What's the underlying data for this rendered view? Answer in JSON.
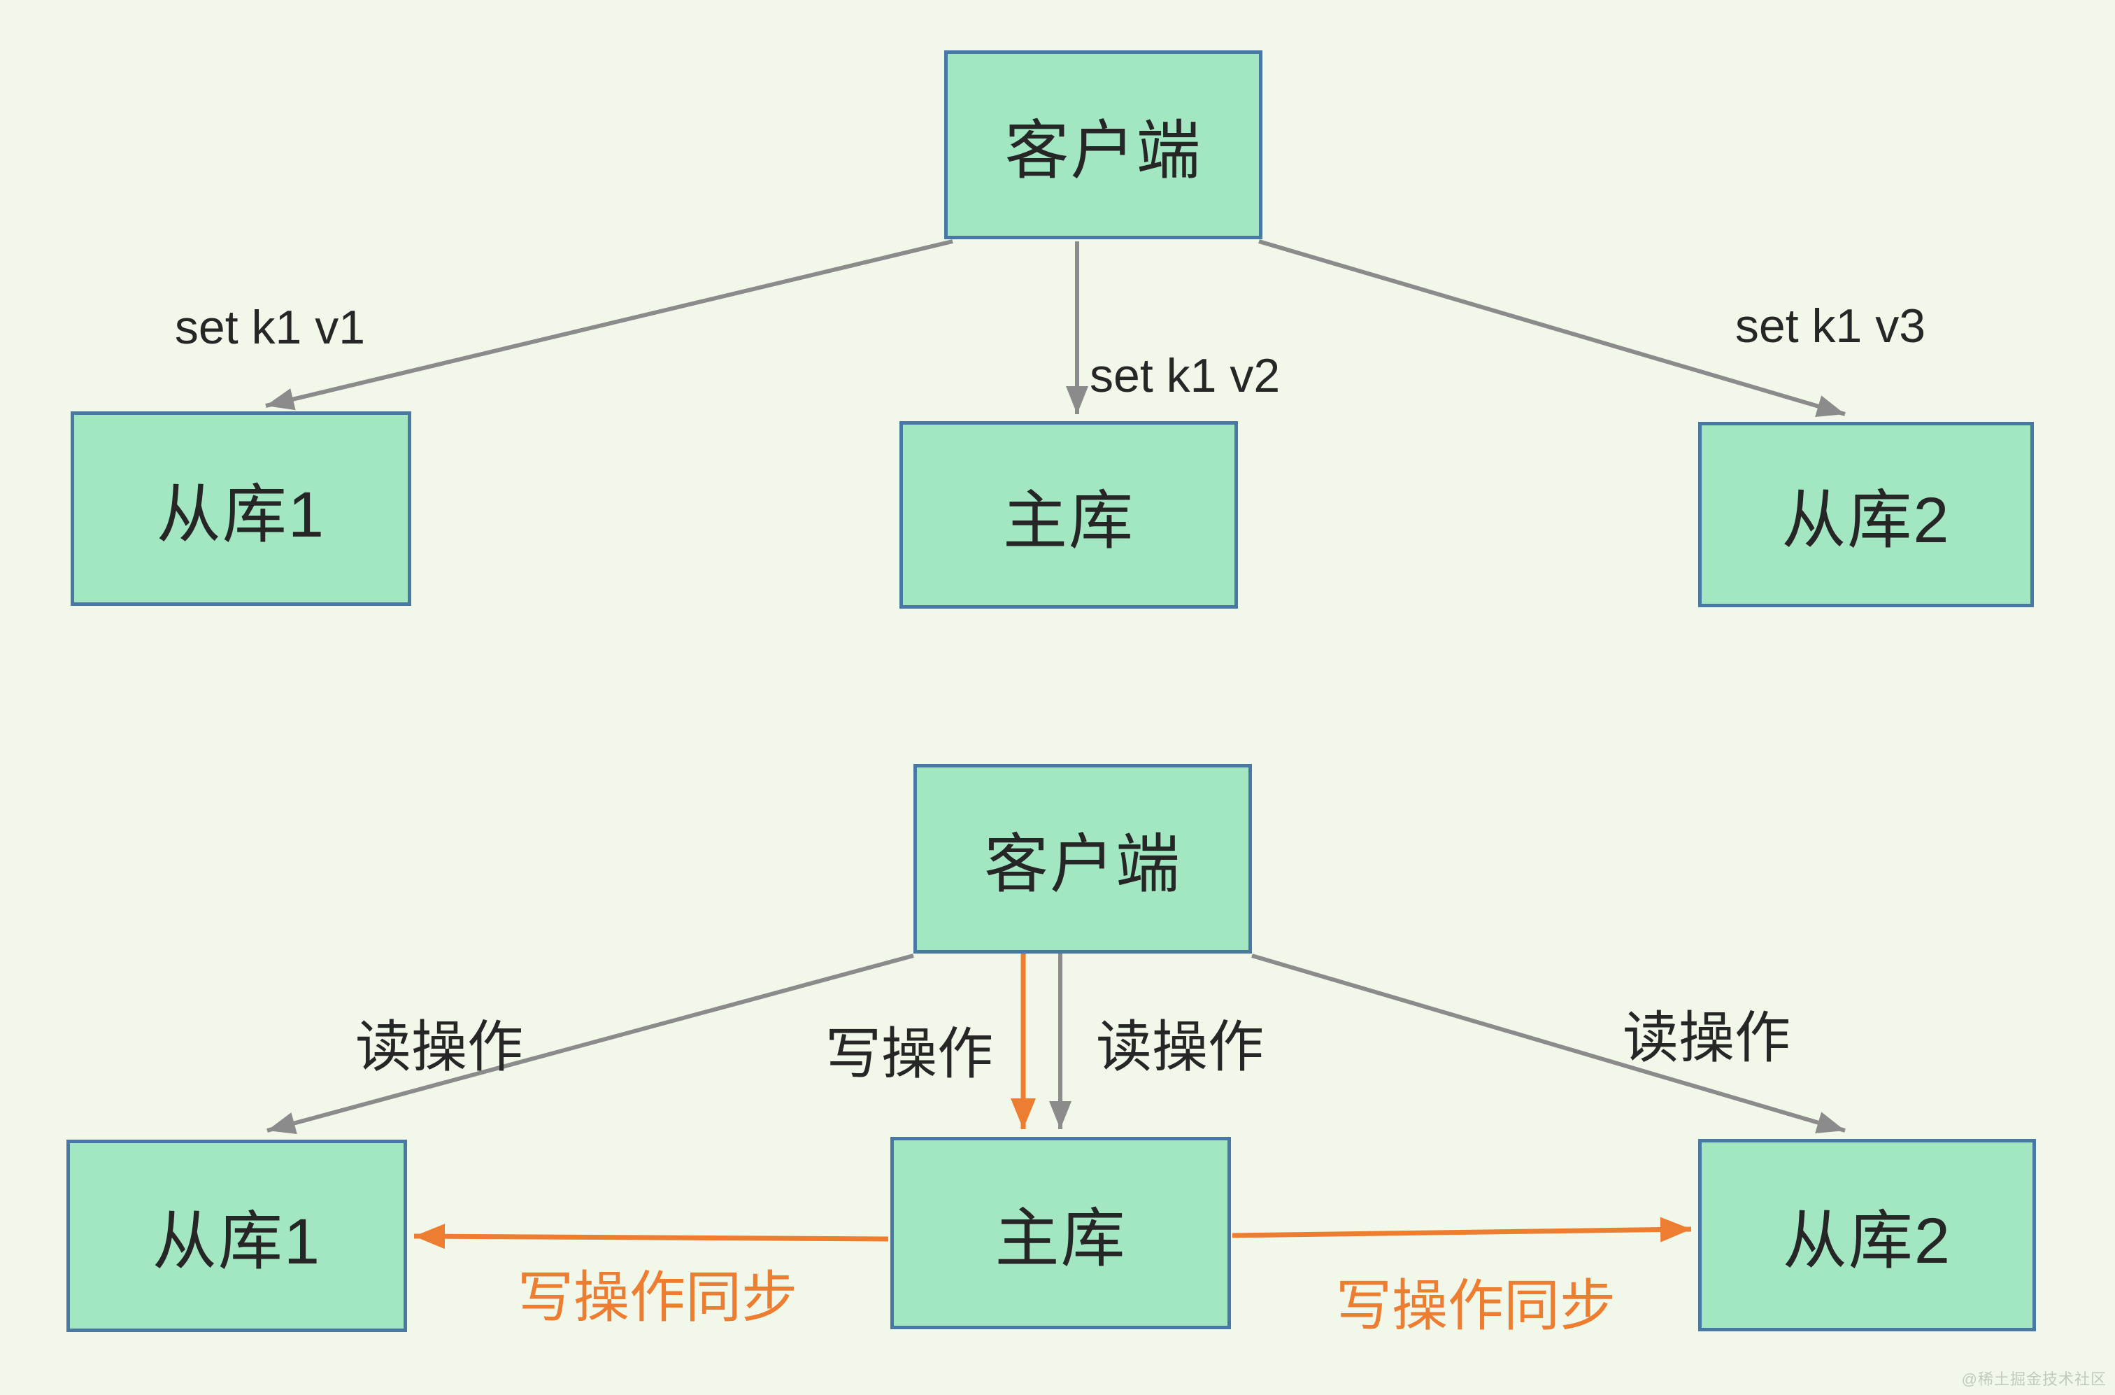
{
  "colors": {
    "background": "#f1f8ea",
    "node_fill": "#a2e7c2",
    "node_border": "#4878a3",
    "arrow_gray": "#8b8b8b",
    "arrow_orange": "#ed7d31",
    "text_dark": "#262626",
    "watermark_gray": "#c2cabb"
  },
  "top_diagram": {
    "nodes": {
      "client": "客户端",
      "slave1": "从库1",
      "master": "主库",
      "slave2": "从库2"
    },
    "edge_labels": {
      "to_slave1": "set k1 v1",
      "to_master": "set k1 v2",
      "to_slave2": "set k1 v3"
    }
  },
  "bottom_diagram": {
    "nodes": {
      "client": "客户端",
      "slave1": "从库1",
      "master": "主库",
      "slave2": "从库2"
    },
    "edge_labels": {
      "read_left": "读操作",
      "write": "写操作",
      "read_middle": "读操作",
      "read_right": "读操作",
      "sync_left": "写操作同步",
      "sync_right": "写操作同步"
    }
  },
  "watermark": "@稀土掘金技术社区"
}
